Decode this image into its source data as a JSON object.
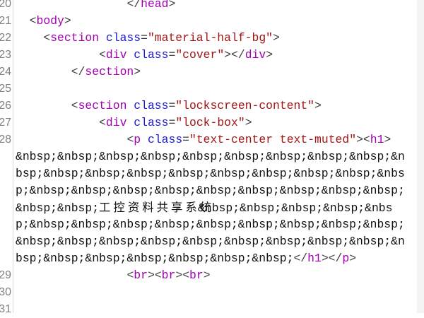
{
  "editor": {
    "colors": {
      "tag": "#a000b0",
      "attribute": "#1a1ad0",
      "value": "#a31515",
      "bracket": "#404040",
      "text": "#111111",
      "line_number": "#808080"
    },
    "rows": [
      {
        "ln": "20",
        "indent": 16,
        "segs": [
          [
            "br",
            "</"
          ],
          [
            "tag",
            "head"
          ],
          [
            "br",
            ">"
          ]
        ]
      },
      {
        "ln": "21",
        "indent": 2,
        "segs": [
          [
            "br",
            "<"
          ],
          [
            "tag",
            "body"
          ],
          [
            "br",
            ">"
          ]
        ]
      },
      {
        "ln": "22",
        "indent": 4,
        "segs": [
          [
            "br",
            "<"
          ],
          [
            "tag",
            "section"
          ],
          [
            "txt",
            " "
          ],
          [
            "attr",
            "class"
          ],
          [
            "eq",
            "="
          ],
          [
            "val",
            "\"material-half-bg\""
          ],
          [
            "br",
            ">"
          ]
        ]
      },
      {
        "ln": "23",
        "indent": 12,
        "segs": [
          [
            "br",
            "<"
          ],
          [
            "tag",
            "div"
          ],
          [
            "txt",
            " "
          ],
          [
            "attr",
            "class"
          ],
          [
            "eq",
            "="
          ],
          [
            "val",
            "\"cover\""
          ],
          [
            "br",
            "></"
          ],
          [
            "tag",
            "div"
          ],
          [
            "br",
            ">"
          ]
        ]
      },
      {
        "ln": "24",
        "indent": 8,
        "segs": [
          [
            "br",
            "</"
          ],
          [
            "tag",
            "section"
          ],
          [
            "br",
            ">"
          ]
        ]
      },
      {
        "ln": "25",
        "indent": 0,
        "segs": []
      },
      {
        "ln": "26",
        "indent": 8,
        "segs": [
          [
            "br",
            "<"
          ],
          [
            "tag",
            "section"
          ],
          [
            "txt",
            " "
          ],
          [
            "attr",
            "class"
          ],
          [
            "eq",
            "="
          ],
          [
            "val",
            "\"lockscreen-content\""
          ],
          [
            "br",
            ">"
          ]
        ]
      },
      {
        "ln": "27",
        "indent": 12,
        "segs": [
          [
            "br",
            "<"
          ],
          [
            "tag",
            "div"
          ],
          [
            "txt",
            " "
          ],
          [
            "attr",
            "class"
          ],
          [
            "eq",
            "="
          ],
          [
            "val",
            "\"lock-box\""
          ],
          [
            "br",
            ">"
          ]
        ]
      },
      {
        "ln": "28",
        "indent": 16,
        "segs": [
          [
            "br",
            "<"
          ],
          [
            "tag",
            "p"
          ],
          [
            "txt",
            " "
          ],
          [
            "attr",
            "class"
          ],
          [
            "eq",
            "="
          ],
          [
            "val",
            "\"text-center text-muted\""
          ],
          [
            "br",
            ">"
          ],
          [
            "br",
            "<"
          ],
          [
            "tag",
            "h1"
          ],
          [
            "br",
            ">"
          ]
        ]
      },
      {
        "ln": "",
        "indent": 0,
        "segs": [
          [
            "txt",
            "&nbsp;&nbsp;&nbsp;&nbsp;&nbsp;&nbsp;&nbsp;&nbsp;&nbsp;&n"
          ]
        ]
      },
      {
        "ln": "",
        "indent": 0,
        "segs": [
          [
            "txt",
            "bsp;&nbsp;&nbsp;&nbsp;&nbsp;&nbsp;&nbsp;&nbsp;&nbsp;&nbs"
          ]
        ]
      },
      {
        "ln": "",
        "indent": 0,
        "segs": [
          [
            "txt",
            "p;&nbsp;&nbsp;&nbsp;&nbsp;&nbsp;&nbsp;&nbsp;&nbsp;&nbsp;"
          ]
        ]
      },
      {
        "ln": "",
        "indent": 0,
        "segs": [
          [
            "txt",
            "&nbsp;&nbsp;"
          ],
          [
            "cjk",
            "工控资料共享系统"
          ],
          [
            "txt",
            "&nbsp;&nbsp;&nbsp;&nbsp;&nbs"
          ]
        ]
      },
      {
        "ln": "",
        "indent": 0,
        "segs": [
          [
            "txt",
            "p;&nbsp;&nbsp;&nbsp;&nbsp;&nbsp;&nbsp;&nbsp;&nbsp;&nbsp;"
          ]
        ]
      },
      {
        "ln": "",
        "indent": 0,
        "segs": [
          [
            "txt",
            "&nbsp;&nbsp;&nbsp;&nbsp;&nbsp;&nbsp;&nbsp;&nbsp;&nbsp;&n"
          ]
        ]
      },
      {
        "ln": "",
        "indent": 0,
        "segs": [
          [
            "txt",
            "bsp;&nbsp;&nbsp;&nbsp;&nbsp;&nbsp;&nbsp;"
          ],
          [
            "br",
            "</"
          ],
          [
            "tag",
            "h1"
          ],
          [
            "br",
            ">"
          ],
          [
            "br",
            "</"
          ],
          [
            "tag",
            "p"
          ],
          [
            "br",
            ">"
          ]
        ]
      },
      {
        "ln": "29",
        "indent": 16,
        "segs": [
          [
            "br",
            "<"
          ],
          [
            "tag",
            "br"
          ],
          [
            "br",
            ">"
          ],
          [
            "br",
            "<"
          ],
          [
            "tag",
            "br"
          ],
          [
            "br",
            ">"
          ],
          [
            "br",
            "<"
          ],
          [
            "tag",
            "br"
          ],
          [
            "br",
            ">"
          ]
        ]
      },
      {
        "ln": "30",
        "indent": 0,
        "segs": []
      },
      {
        "ln": "31",
        "indent": 0,
        "segs": []
      }
    ]
  }
}
